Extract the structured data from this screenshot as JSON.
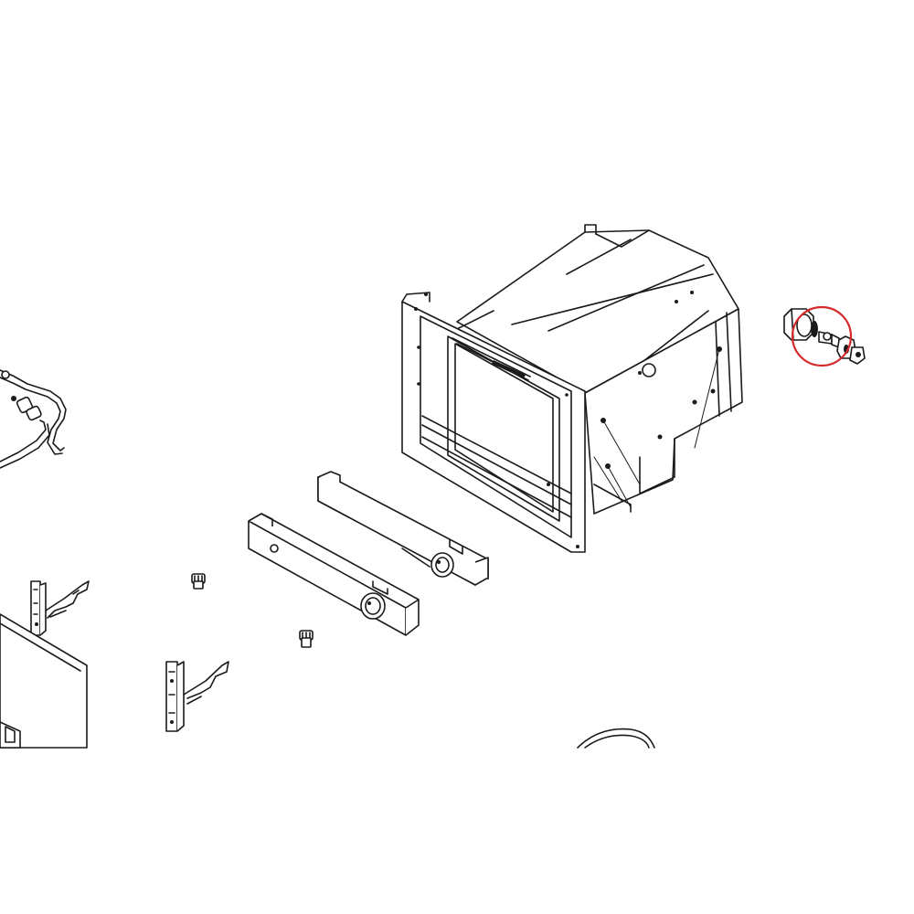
{
  "diagram": {
    "type": "exploded-parts-view",
    "line_color": "#1a1a1a",
    "background": "#ffffff",
    "highlight": {
      "shape": "circle",
      "color": "#d42a2a",
      "target": "valve-stem-and-nut-assembly"
    },
    "parts": [
      "left-gas-tube-assembly",
      "oven-box-frame",
      "rear-burner-bracket",
      "front-burner-bracket",
      "valve-stem-and-nut-assembly",
      "small-fitting-upper",
      "small-fitting-lower",
      "left-hinge-bracket",
      "center-hinge-bracket",
      "left-door-panel",
      "bottom-wire-part"
    ]
  }
}
